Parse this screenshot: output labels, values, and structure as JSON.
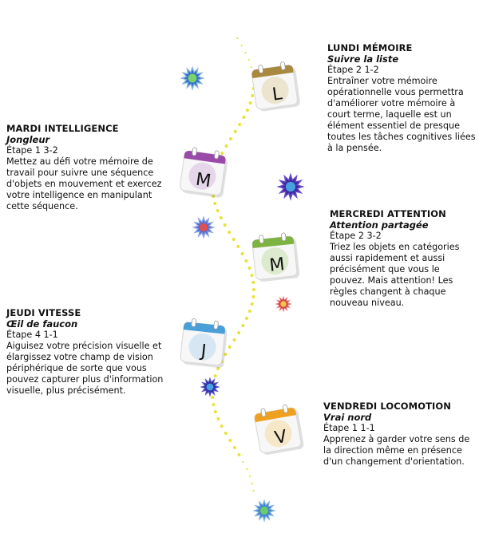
{
  "days": [
    {
      "title": "LUNDI MÉMOIRE",
      "subtitle": "Suivre la liste",
      "step": "Étape 2 1-2",
      "desc": "Entraîner votre mémoire opérationnelle vous permettra d'améliorer votre mémoire à court terme, laquelle est un élément essentiel de presque toutes les tâches cognitives liées à la pensée.",
      "letter": "L",
      "band": "#a9883f",
      "disc": "#ece4cf"
    },
    {
      "title": "MARDI INTELLIGENCE",
      "subtitle": "Jongleur",
      "step": "Étape 1 3-2",
      "desc": "Mettez au défi votre mémoire de travail pour suivre une séquence d'objets en mouvement et exercez votre intelligence en manipulant cette séquence.",
      "letter": "M",
      "band": "#9a4aa8",
      "disc": "#e6d6ea"
    },
    {
      "title": "MERCREDI ATTENTION",
      "subtitle": "Attention partagée",
      "step": "Étape 2 3-2",
      "desc": "Triez les objets en catégories aussi rapidement et aussi précisément que vous le pouvez. Mais attention! Les règles changent à chaque nouveau niveau.",
      "letter": "M",
      "band": "#7db341",
      "disc": "#dcebcd"
    },
    {
      "title": "JEUDI VITESSE",
      "subtitle": "Œil de faucon",
      "step": "Étape 4 1-1",
      "desc": "Aiguisez votre précision visuelle et élargissez votre champ de vision périphérique de sorte que vous pouvez capturer plus d'information visuelle, plus précisément.",
      "letter": "J",
      "band": "#4a9fd8",
      "disc": "#d6e7f3"
    },
    {
      "title": "VENDREDI LOCOMOTION",
      "subtitle": "Vrai nord",
      "step": "Étape 1 1-1",
      "desc": "Apprenez à garder votre sens de la direction même en présence d'un changement d'orientation.",
      "letter": "V",
      "band": "#f0a020",
      "disc": "#f6e7c8"
    }
  ],
  "trail_color": "#e6e33a"
}
